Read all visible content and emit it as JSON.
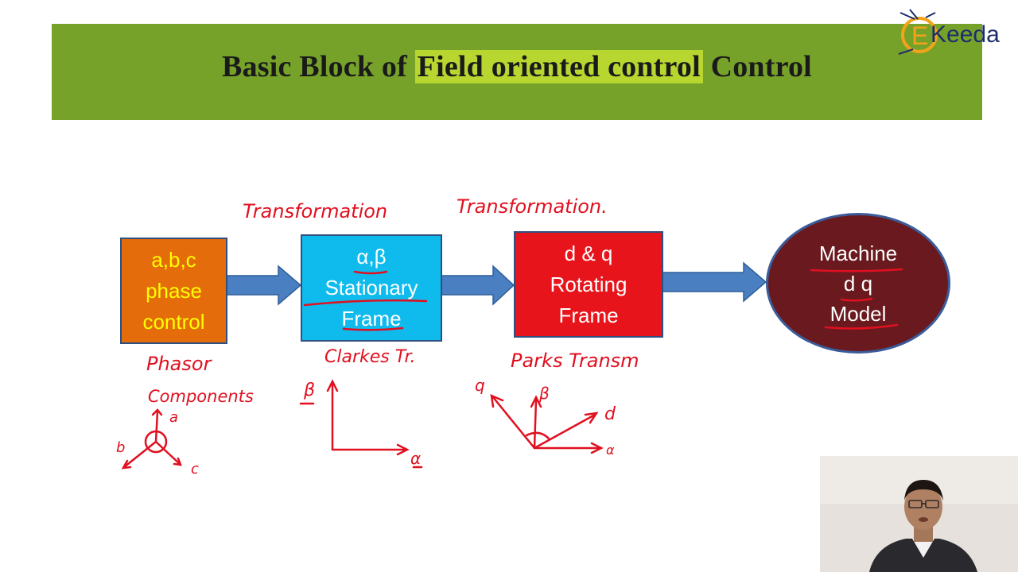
{
  "title": {
    "part1": "Basic Block of ",
    "part2": "Field oriented control",
    "part3": " Control"
  },
  "logo": {
    "text": "Keeda",
    "letter": "E"
  },
  "blocks": {
    "abc": {
      "line1": "a,b,c",
      "line2": "phase",
      "line3": "control",
      "color": "#e46c0a"
    },
    "stationary": {
      "line1": "α,β",
      "line2": "Stationary",
      "line3": "Frame",
      "color": "#0fbbed"
    },
    "rotating": {
      "line1": "d & q",
      "line2": "Rotating",
      "line3": "Frame",
      "color": "#e8141b"
    },
    "machine": {
      "line1": "Machine",
      "line2": "d q",
      "line3": "Model",
      "color": "#6a1a1f"
    }
  },
  "annotations": {
    "transform1": "Transformation",
    "transform2": "Transformation.",
    "phasor": "Phasor",
    "components": "Components",
    "clarkes": "Clarkes Tr.",
    "parks": "Parks Transm",
    "abc_a": "a",
    "abc_b": "b",
    "abc_c": "c",
    "clarke_beta": "β",
    "clarke_alpha": "α",
    "park_q": "q",
    "park_beta": "β",
    "park_d": "d",
    "park_alpha": "α"
  },
  "colors": {
    "banner": "#76a22a",
    "ink": "#e01020",
    "arrow": "#4a7fc1"
  }
}
